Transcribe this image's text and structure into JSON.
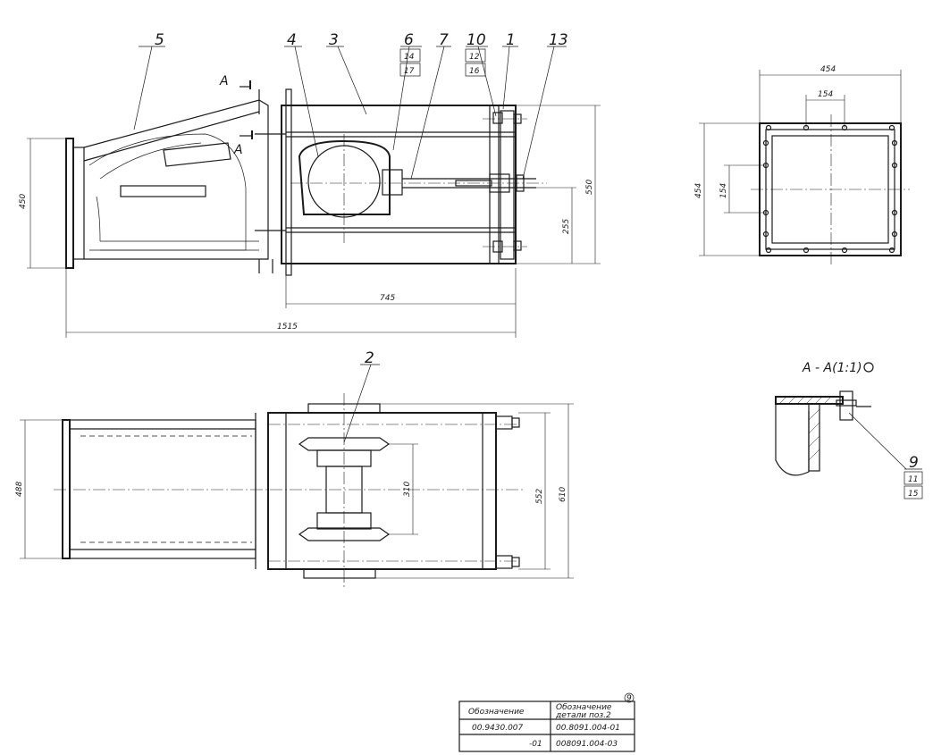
{
  "positions": {
    "p5": "5",
    "p4": "4",
    "p3": "3",
    "p6": "6",
    "p14": "14",
    "p17": "17",
    "p7": "7",
    "p10": "10",
    "p12": "12",
    "p16": "16",
    "p1": "1",
    "p13": "13",
    "p2": "2",
    "p9": "9",
    "p11": "11",
    "p15": "15"
  },
  "section_marks": {
    "top": "A",
    "bottom": "A"
  },
  "section_view_title": "А - А(1:1)",
  "dimensions": {
    "front_height": "450",
    "front_overall": "550",
    "front_mid": "255",
    "frame_length": "745",
    "total_length": "1515",
    "flange_outer": "454",
    "flange_side": "454",
    "bolt_pitch_h": "154",
    "bolt_pitch_v": "154",
    "plan_width": "488",
    "plan_inner": "552",
    "plan_outer": "610",
    "plan_pitch": "310"
  },
  "title_table": {
    "col1_header": "Обозначение",
    "col2_header_line1": "Обозначение",
    "col2_header_line2": "детали поз.2",
    "row1": {
      "designation": "00.9430.007",
      "part": "00.8091.004-01"
    },
    "row2": {
      "designation": "-01",
      "part": "008091.004-03"
    },
    "mark": "9"
  },
  "colors": {
    "ink": "#1a1a1a",
    "paper": "#ffffff"
  }
}
